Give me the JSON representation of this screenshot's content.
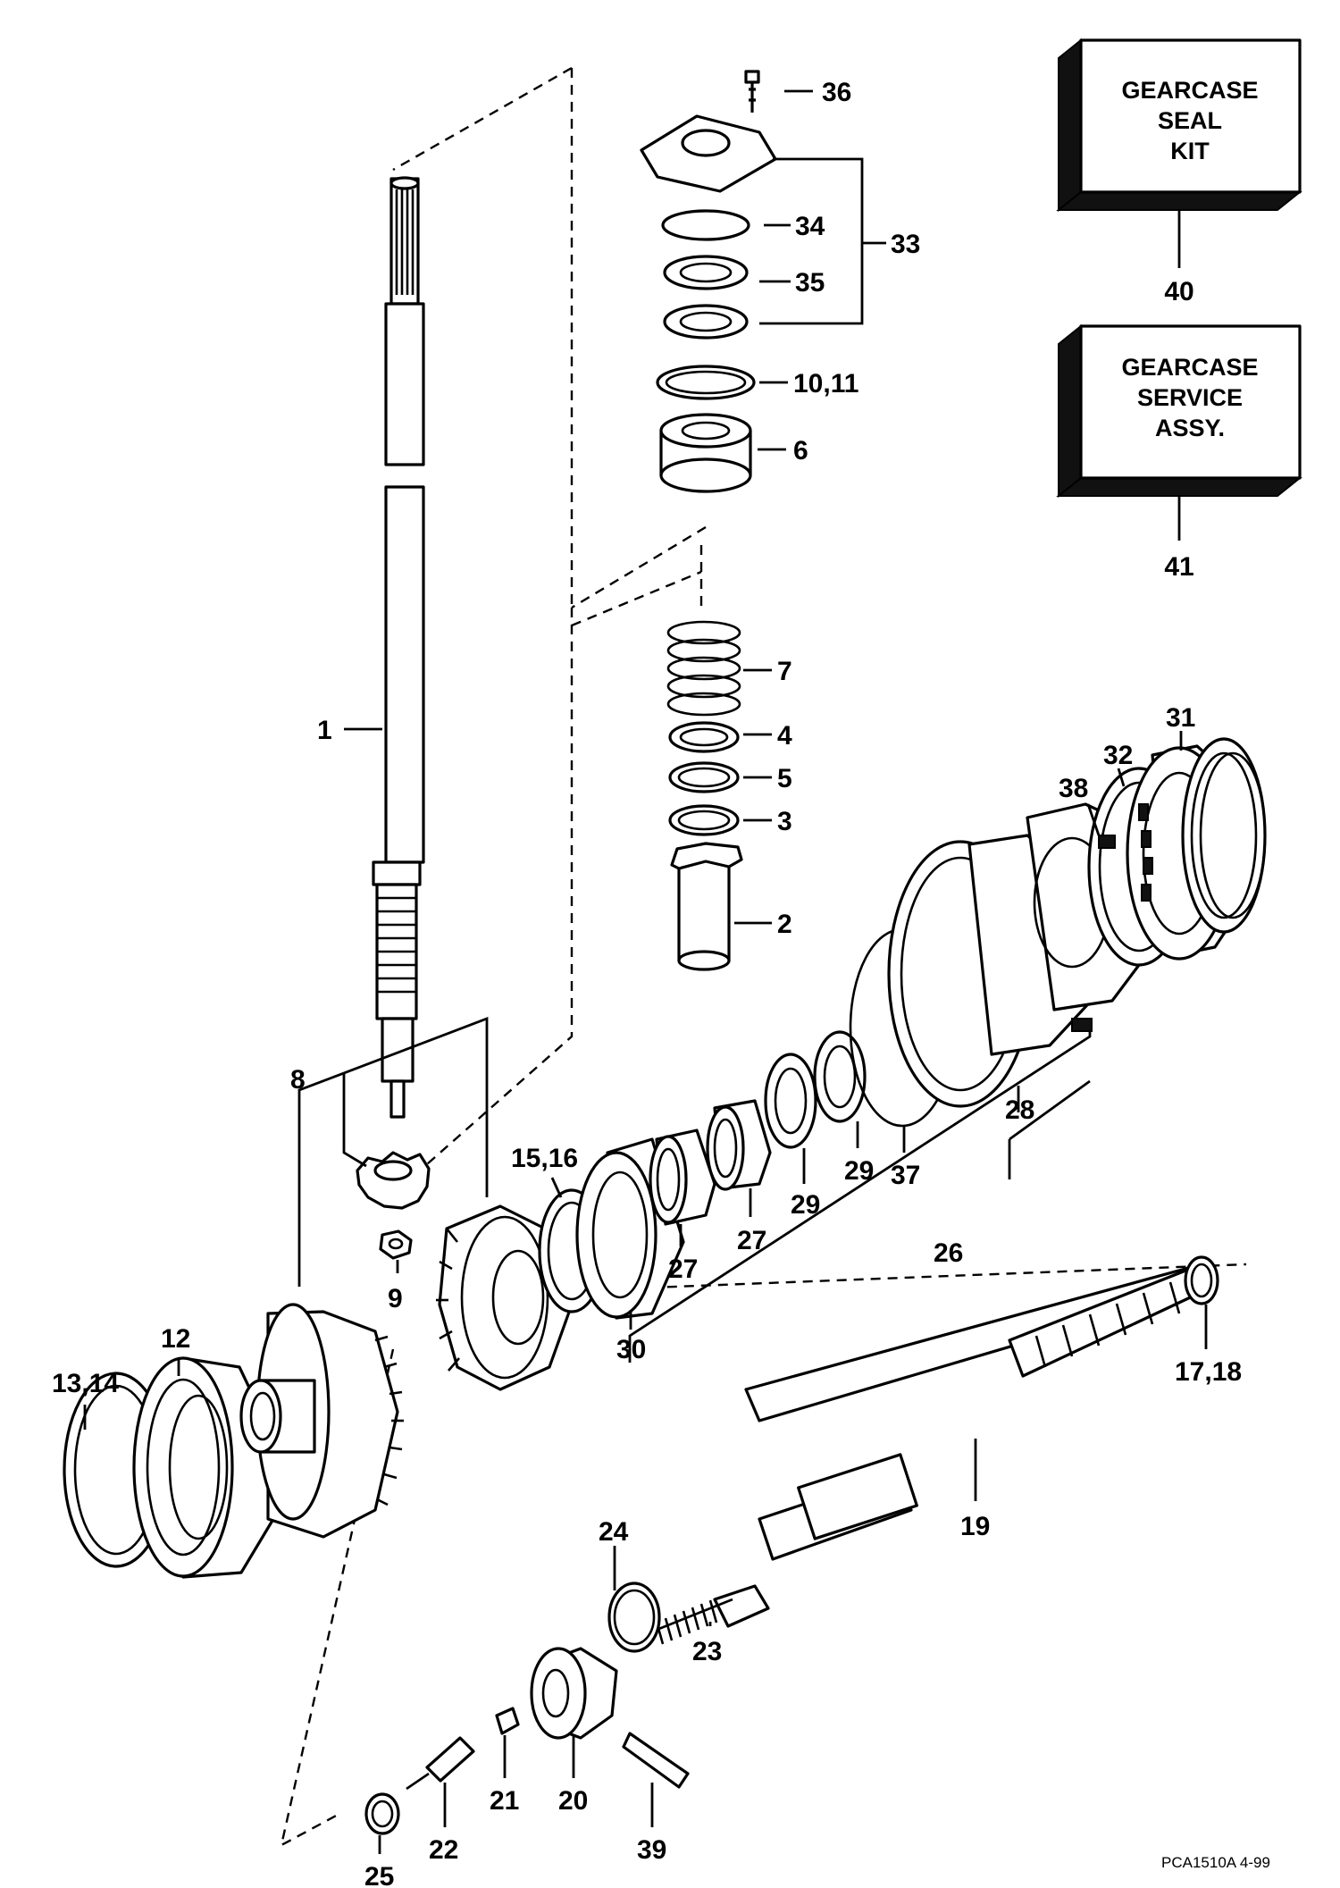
{
  "kits": [
    {
      "lines": [
        "GEARCASE",
        "SEAL",
        "KIT"
      ],
      "number": "40"
    },
    {
      "lines": [
        "GEARCASE",
        "SERVICE",
        "ASSY."
      ],
      "number": "41"
    }
  ],
  "callouts": {
    "c1": "1",
    "c2": "2",
    "c3": "3",
    "c4": "4",
    "c5": "5",
    "c6": "6",
    "c7": "7",
    "c8": "8",
    "c9": "9",
    "c1011": "10,11",
    "c12": "12",
    "c1314": "13,14",
    "c1516": "15,16",
    "c1718": "17,18",
    "c19": "19",
    "c20": "20",
    "c21": "21",
    "c22": "22",
    "c23": "23",
    "c24": "24",
    "c25": "25",
    "c26": "26",
    "c27a": "27",
    "c27b": "27",
    "c28": "28",
    "c29a": "29",
    "c29b": "29",
    "c30": "30",
    "c31": "31",
    "c32": "32",
    "c33": "33",
    "c34": "34",
    "c35": "35",
    "c36": "36",
    "c37": "37",
    "c38": "38",
    "c39": "39"
  },
  "drawing_ref": "PCA1510A  4-99"
}
